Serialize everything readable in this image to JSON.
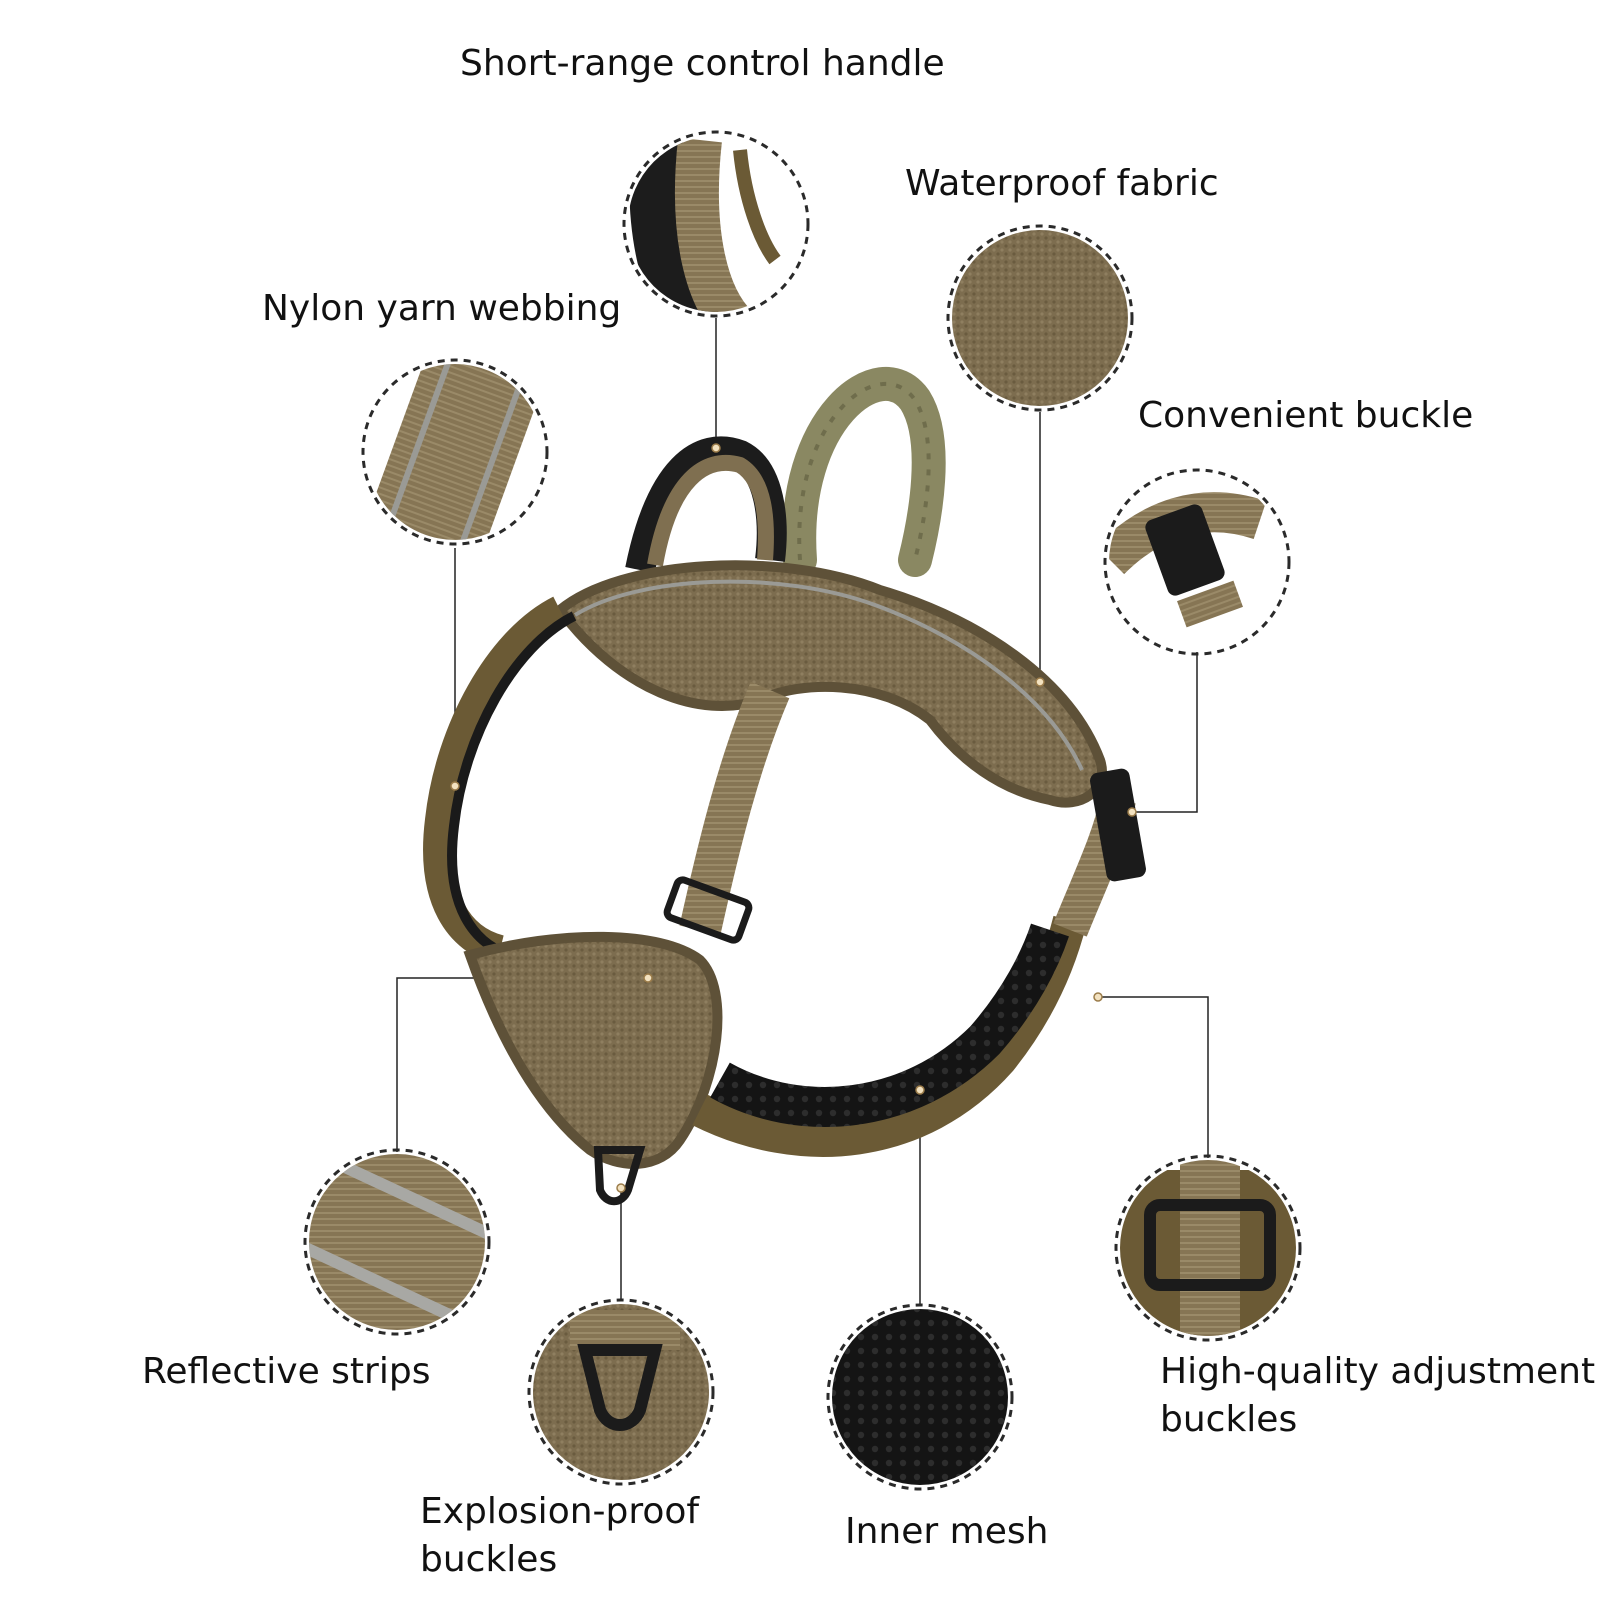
{
  "labels": {
    "handle": "Short-range control handle",
    "fabric": "Waterproof fabric",
    "webbing": "Nylon yarn webbing",
    "convenient_buckle": "Convenient buckle",
    "reflective": "Reflective strips",
    "adjustment_line1": "High-quality adjustment",
    "adjustment_line2": "buckles",
    "explosion_line1": "Explosion-proof",
    "explosion_line2": "buckles",
    "mesh": "Inner mesh"
  },
  "colors": {
    "fabric": "#7a6a4c",
    "fabric_dark": "#5e5138",
    "trim": "#6b5a35",
    "inner": "#1a1a1a",
    "reflective": "#9a9a95",
    "callout_line": "#222222"
  }
}
